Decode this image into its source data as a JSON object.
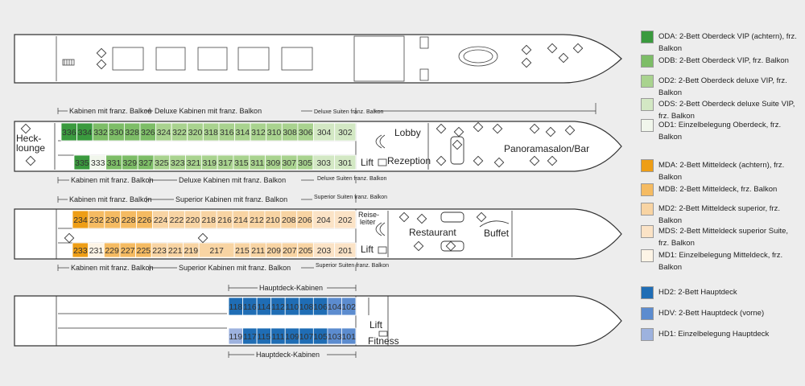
{
  "colors": {
    "ODA": "#3a9a3e",
    "ODB": "#7dbd67",
    "OD2": "#a9d38f",
    "ODS": "#d3e8c4",
    "OD1": "#f1f6ec",
    "MDA": "#ee9e16",
    "MDB": "#f5bb62",
    "MD2": "#f8d4a3",
    "MDS": "#fbe3c6",
    "MD1": "#fdf4e6",
    "HD2": "#1f6db5",
    "HDV": "#5c8ccf",
    "HD1": "#9db2de"
  },
  "legend": [
    {
      "code": "ODA",
      "text": "ODA: 2-Bett Oberdeck VIP (achtern), frz. Balkon"
    },
    {
      "code": "ODB",
      "text": "ODB: 2-Bett Oberdeck VIP, frz. Balkon"
    },
    {
      "code": "OD2",
      "text": "OD2: 2-Bett Oberdeck deluxe VIP, frz. Balkon"
    },
    {
      "code": "ODS",
      "text": "ODS: 2-Bett Oberdeck deluxe Suite VIP, frz. Balkon"
    },
    {
      "code": "OD1",
      "text": "OD1: Einzelbelegung Oberdeck, frz. Balkon"
    },
    {
      "code": "MDA",
      "text": "MDA: 2-Bett Mitteldeck (achtern), frz. Balkon"
    },
    {
      "code": "MDB",
      "text": "MDB: 2-Bett Mitteldeck, frz. Balkon"
    },
    {
      "code": "MD2",
      "text": "MD2: 2-Bett Mitteldeck superior, frz. Balkon"
    },
    {
      "code": "MDS",
      "text": "MDS: 2-Bett Mitteldeck superior Suite, frz. Balkon"
    },
    {
      "code": "MD1",
      "text": "MD1: Einzelbelegung Mitteldeck, frz. Balkon"
    },
    {
      "code": "HD2",
      "text": "HD2: 2-Bett Hauptdeck"
    },
    {
      "code": "HDV",
      "text": "HDV: 2-Bett Hauptdeck (vorne)"
    },
    {
      "code": "HD1",
      "text": "HD1: Einzelbelegung Hauptdeck"
    }
  ],
  "upper": {
    "label_top_kab": "Kabinen mit franz. Balkon",
    "label_top_dlx": "Deluxe Kabinen mit franz. Balkon",
    "label_top_suite": "Deluxe Suiten franz. Balkon",
    "label_bot_kab": "Kabinen mit franz. Balkon",
    "label_bot_dlx": "Deluxe Kabinen mit franz. Balkon",
    "label_bot_suite": "Deluxe Suiten franz. Balkon",
    "top_cabins": [
      {
        "n": "336",
        "c": "ODA"
      },
      {
        "n": "334",
        "c": "ODA"
      },
      {
        "n": "332",
        "c": "ODB"
      },
      {
        "n": "330",
        "c": "ODB"
      },
      {
        "n": "328",
        "c": "ODB"
      },
      {
        "n": "326",
        "c": "ODB"
      },
      {
        "n": "324",
        "c": "OD2"
      },
      {
        "n": "322",
        "c": "OD2"
      },
      {
        "n": "320",
        "c": "OD2"
      },
      {
        "n": "318",
        "c": "OD2"
      },
      {
        "n": "316",
        "c": "OD2"
      },
      {
        "n": "314",
        "c": "OD2"
      },
      {
        "n": "312",
        "c": "OD2"
      },
      {
        "n": "310",
        "c": "OD2"
      },
      {
        "n": "308",
        "c": "OD2"
      },
      {
        "n": "306",
        "c": "OD2"
      },
      {
        "n": "304",
        "c": "ODS"
      },
      {
        "n": "302",
        "c": "ODS"
      }
    ],
    "bottom_cabins": [
      {
        "n": "335",
        "c": "ODA"
      },
      {
        "n": "333",
        "c": "OD1"
      },
      {
        "n": "331",
        "c": "ODB"
      },
      {
        "n": "329",
        "c": "ODB"
      },
      {
        "n": "327",
        "c": "ODB"
      },
      {
        "n": "325",
        "c": "OD2"
      },
      {
        "n": "323",
        "c": "OD2"
      },
      {
        "n": "321",
        "c": "OD2"
      },
      {
        "n": "319",
        "c": "OD2"
      },
      {
        "n": "317",
        "c": "OD2"
      },
      {
        "n": "315",
        "c": "OD2"
      },
      {
        "n": "311",
        "c": "OD2"
      },
      {
        "n": "309",
        "c": "OD2"
      },
      {
        "n": "307",
        "c": "OD2"
      },
      {
        "n": "305",
        "c": "OD2"
      },
      {
        "n": "303",
        "c": "ODS"
      },
      {
        "n": "301",
        "c": "ODS"
      }
    ],
    "heck_l1": "Heck-",
    "heck_l2": "lounge",
    "lobby": "Lobby",
    "rezeption": "Rezeption",
    "lift": "Lift",
    "panorama": "Panoramasalon/Bar"
  },
  "middle": {
    "label_top_kab": "Kabinen mit franz. Balkon",
    "label_top_sup": "Superior Kabinen mit franz. Balkon",
    "label_top_suite": "Superior Suiten franz. Balkon",
    "label_bot_kab": "Kabinen mit franz. Balkon",
    "label_bot_sup": "Superior Kabinen mit franz. Balkon",
    "label_bot_suite": "Superior Suiten franz. Balkon",
    "top_cabins": [
      {
        "n": "234",
        "c": "MDA"
      },
      {
        "n": "232",
        "c": "MDB"
      },
      {
        "n": "230",
        "c": "MDB"
      },
      {
        "n": "228",
        "c": "MDB"
      },
      {
        "n": "226",
        "c": "MDB"
      },
      {
        "n": "224",
        "c": "MD2"
      },
      {
        "n": "222",
        "c": "MD2"
      },
      {
        "n": "220",
        "c": "MD2"
      },
      {
        "n": "218",
        "c": "MD2"
      },
      {
        "n": "216",
        "c": "MD2"
      },
      {
        "n": "214",
        "c": "MD2"
      },
      {
        "n": "212",
        "c": "MD2"
      },
      {
        "n": "210",
        "c": "MD2"
      },
      {
        "n": "208",
        "c": "MD2"
      },
      {
        "n": "206",
        "c": "MD2"
      },
      {
        "n": "204",
        "c": "MDS"
      },
      {
        "n": "202",
        "c": "MDS"
      }
    ],
    "bottom_cabins": [
      {
        "n": "233",
        "c": "MDA"
      },
      {
        "n": "231",
        "c": "MD1"
      },
      {
        "n": "229",
        "c": "MDB"
      },
      {
        "n": "227",
        "c": "MDB"
      },
      {
        "n": "225",
        "c": "MDB"
      },
      {
        "n": "223",
        "c": "MD2"
      },
      {
        "n": "221",
        "c": "MD2"
      },
      {
        "n": "219",
        "c": "MD2"
      },
      {
        "n": "217",
        "c": "MD2"
      },
      {
        "n": "215",
        "c": "MD2"
      },
      {
        "n": "211",
        "c": "MD2"
      },
      {
        "n": "209",
        "c": "MD2"
      },
      {
        "n": "207",
        "c": "MD2"
      },
      {
        "n": "205",
        "c": "MD2"
      },
      {
        "n": "203",
        "c": "MDS"
      },
      {
        "n": "201",
        "c": "MDS"
      }
    ],
    "reiseleiter_l1": "Reise-",
    "reiseleiter_l2": "leiter",
    "restaurant": "Restaurant",
    "buffet": "Buffet",
    "lift": "Lift"
  },
  "main": {
    "label_top": "Hauptdeck-Kabinen",
    "label_bot": "Hauptdeck-Kabinen",
    "top_cabins": [
      {
        "n": "118",
        "c": "HD2"
      },
      {
        "n": "116",
        "c": "HD2"
      },
      {
        "n": "114",
        "c": "HD2"
      },
      {
        "n": "112",
        "c": "HD2"
      },
      {
        "n": "110",
        "c": "HD2"
      },
      {
        "n": "108",
        "c": "HD2"
      },
      {
        "n": "106",
        "c": "HD2"
      },
      {
        "n": "104",
        "c": "HDV"
      },
      {
        "n": "102",
        "c": "HDV"
      }
    ],
    "bottom_cabins": [
      {
        "n": "119",
        "c": "HD1"
      },
      {
        "n": "117",
        "c": "HD2"
      },
      {
        "n": "115",
        "c": "HD2"
      },
      {
        "n": "111",
        "c": "HD2"
      },
      {
        "n": "109",
        "c": "HD2"
      },
      {
        "n": "107",
        "c": "HD2"
      },
      {
        "n": "105",
        "c": "HD2"
      },
      {
        "n": "103",
        "c": "HDV"
      },
      {
        "n": "101",
        "c": "HDV"
      }
    ],
    "lift": "Lift",
    "fitness": "Fitness"
  }
}
